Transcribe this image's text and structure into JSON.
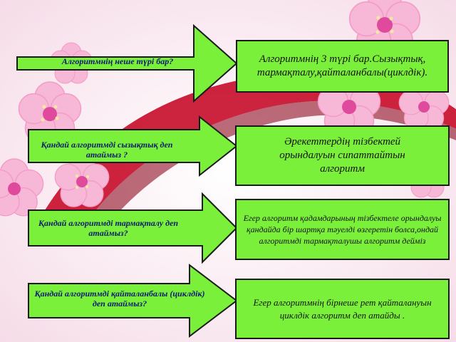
{
  "colors": {
    "box_fill": "#7af03a",
    "question_text": "#0c1a6e",
    "ribbon": "#c8102e",
    "flower": "#f7a9cf",
    "flower_center": "#e0449a"
  },
  "rows": [
    {
      "question": "Алгоритмнің неше түрі бар?",
      "answer": "Алгоритмнің 3 түрі бар.Сызықтық, тармақталу,қайталанбалы(циклдік)."
    },
    {
      "question": "Қандай алгоритмді сызықтық деп атаймыз ?",
      "answer": "Әрекеттердің тізбектей орындалуын сипаттайтын алгоритм"
    },
    {
      "question": "Қандай алгоритмді тармақталу деп атаймыз?",
      "answer": "Егер алгоритм қадамдарының тізбектеле орындалуы қандайда бір шартқа тәуелді өзгеретін болса,ондай алгоритмді тармақталушы алгоритм дейміз"
    },
    {
      "question": "Қандай алгоритмді қайталанбалы (циклдік) деп атаймыз?",
      "answer": "Егер алгоритмнің бірнеше рет қайталануын циклдік алгоритм деп атайды ."
    }
  ]
}
